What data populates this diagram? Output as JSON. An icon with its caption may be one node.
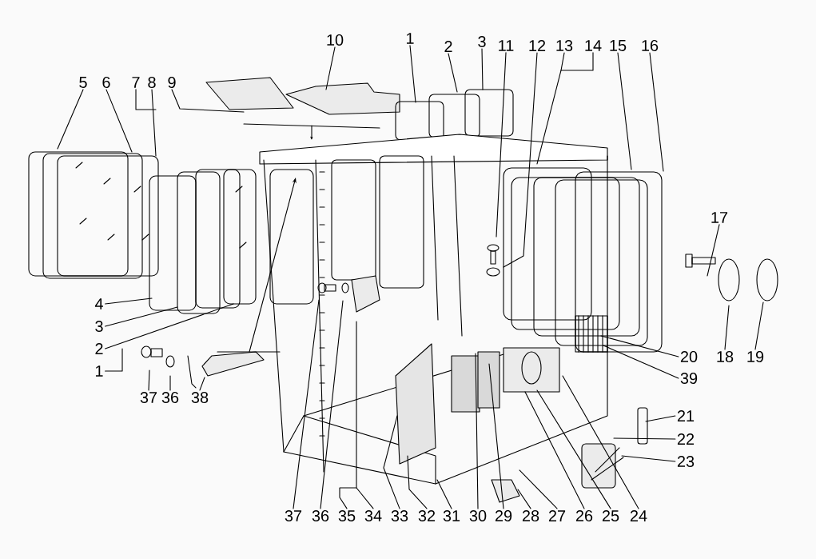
{
  "diagram": {
    "nodes": [
      {
        "text": [
          "10"
        ]
      },
      {
        "text": [
          "1"
        ]
      },
      {
        "text": [
          "2"
        ]
      },
      {
        "text": [
          "3"
        ]
      },
      {
        "text": [
          "11"
        ]
      },
      {
        "text": [
          "12"
        ]
      },
      {
        "text": [
          "13"
        ]
      },
      {
        "text": [
          "14"
        ]
      },
      {
        "text": [
          "15"
        ]
      },
      {
        "text": [
          "16"
        ]
      },
      {
        "text": [
          "5"
        ]
      },
      {
        "text": [
          "6"
        ]
      },
      {
        "text": [
          "7"
        ]
      },
      {
        "text": [
          "8"
        ]
      },
      {
        "text": [
          "9"
        ]
      },
      {
        "text": [
          "17"
        ]
      },
      {
        "text": [
          "4"
        ]
      },
      {
        "text": [
          "3"
        ]
      },
      {
        "text": [
          "2"
        ]
      },
      {
        "text": [
          "20"
        ]
      },
      {
        "text": [
          "18"
        ]
      },
      {
        "text": [
          "19"
        ]
      },
      {
        "text": [
          "1"
        ]
      },
      {
        "text": [
          "39"
        ]
      },
      {
        "text": [
          "37"
        ]
      },
      {
        "text": [
          "36"
        ]
      },
      {
        "text": [
          "38"
        ]
      },
      {
        "text": [
          "21"
        ]
      },
      {
        "text": [
          "22"
        ]
      },
      {
        "text": [
          "23"
        ]
      },
      {
        "text": [
          "37"
        ]
      },
      {
        "text": [
          "36"
        ]
      },
      {
        "text": [
          "35"
        ]
      },
      {
        "text": [
          "34"
        ]
      },
      {
        "text": [
          "33"
        ]
      },
      {
        "text": [
          "32"
        ]
      },
      {
        "text": [
          "31"
        ]
      },
      {
        "text": [
          "30"
        ]
      },
      {
        "text": [
          "29"
        ]
      },
      {
        "text": [
          "28"
        ]
      },
      {
        "text": [
          "27"
        ]
      },
      {
        "text": [
          "26"
        ]
      },
      {
        "text": [
          "25"
        ]
      },
      {
        "text": [
          "24"
        ]
      }
    ],
    "edges": [
      {
        "from": 0,
        "to": null,
        "arrow": "none"
      },
      {
        "from": 1,
        "to": null,
        "arrow": "none"
      },
      {
        "from": 2,
        "to": null,
        "arrow": "none"
      },
      {
        "from": 3,
        "to": null,
        "arrow": "none"
      },
      {
        "from": 4,
        "to": null,
        "arrow": "none"
      },
      {
        "from": 5,
        "to": null,
        "arrow": "none"
      },
      {
        "from": 6,
        "to": null,
        "arrow": "none"
      },
      {
        "from": 7,
        "to": null,
        "arrow": "none"
      },
      {
        "from": 8,
        "to": null,
        "arrow": "none"
      },
      {
        "from": 9,
        "to": null,
        "arrow": "none"
      },
      {
        "from": 10,
        "to": null,
        "arrow": "none"
      },
      {
        "from": 11,
        "to": null,
        "arrow": "none"
      },
      {
        "from": 12,
        "to": null,
        "arrow": "none"
      },
      {
        "from": 13,
        "to": null,
        "arrow": "none"
      },
      {
        "from": 14,
        "to": null,
        "arrow": "none"
      },
      {
        "from": 15,
        "to": null,
        "arrow": "none"
      },
      {
        "from": 16,
        "to": null,
        "arrow": "none"
      },
      {
        "from": 17,
        "to": null,
        "arrow": "none"
      },
      {
        "from": 18,
        "to": null,
        "arrow": "none"
      },
      {
        "from": 19,
        "to": null,
        "arrow": "none"
      },
      {
        "from": 20,
        "to": null,
        "arrow": "none"
      },
      {
        "from": 21,
        "to": null,
        "arrow": "none"
      },
      {
        "from": 22,
        "to": null,
        "arrow": "none"
      },
      {
        "from": 23,
        "to": null,
        "arrow": "none"
      },
      {
        "from": 24,
        "to": null,
        "arrow": "none"
      },
      {
        "from": 25,
        "to": null,
        "arrow": "none"
      },
      {
        "from": 26,
        "to": null,
        "arrow": "none"
      },
      {
        "from": 27,
        "to": null,
        "arrow": "none"
      },
      {
        "from": 28,
        "to": null,
        "arrow": "none"
      },
      {
        "from": 29,
        "to": null,
        "arrow": "none"
      },
      {
        "from": 30,
        "to": null,
        "arrow": "none"
      },
      {
        "from": 31,
        "to": null,
        "arrow": "none"
      },
      {
        "from": 32,
        "to": null,
        "arrow": "none"
      },
      {
        "from": 33,
        "to": null,
        "arrow": "none"
      },
      {
        "from": 34,
        "to": null,
        "arrow": "none"
      },
      {
        "from": 35,
        "to": null,
        "arrow": "none"
      },
      {
        "from": 36,
        "to": null,
        "arrow": "none"
      },
      {
        "from": 37,
        "to": null,
        "arrow": "none"
      },
      {
        "from": 38,
        "to": null,
        "arrow": "none"
      },
      {
        "from": 39,
        "to": null,
        "arrow": "none"
      },
      {
        "from": 40,
        "to": null,
        "arrow": "none"
      },
      {
        "from": 41,
        "to": null,
        "arrow": "none"
      },
      {
        "from": 42,
        "to": null,
        "arrow": "none"
      },
      {
        "from": 43,
        "to": null,
        "arrow": "none"
      }
    ]
  }
}
